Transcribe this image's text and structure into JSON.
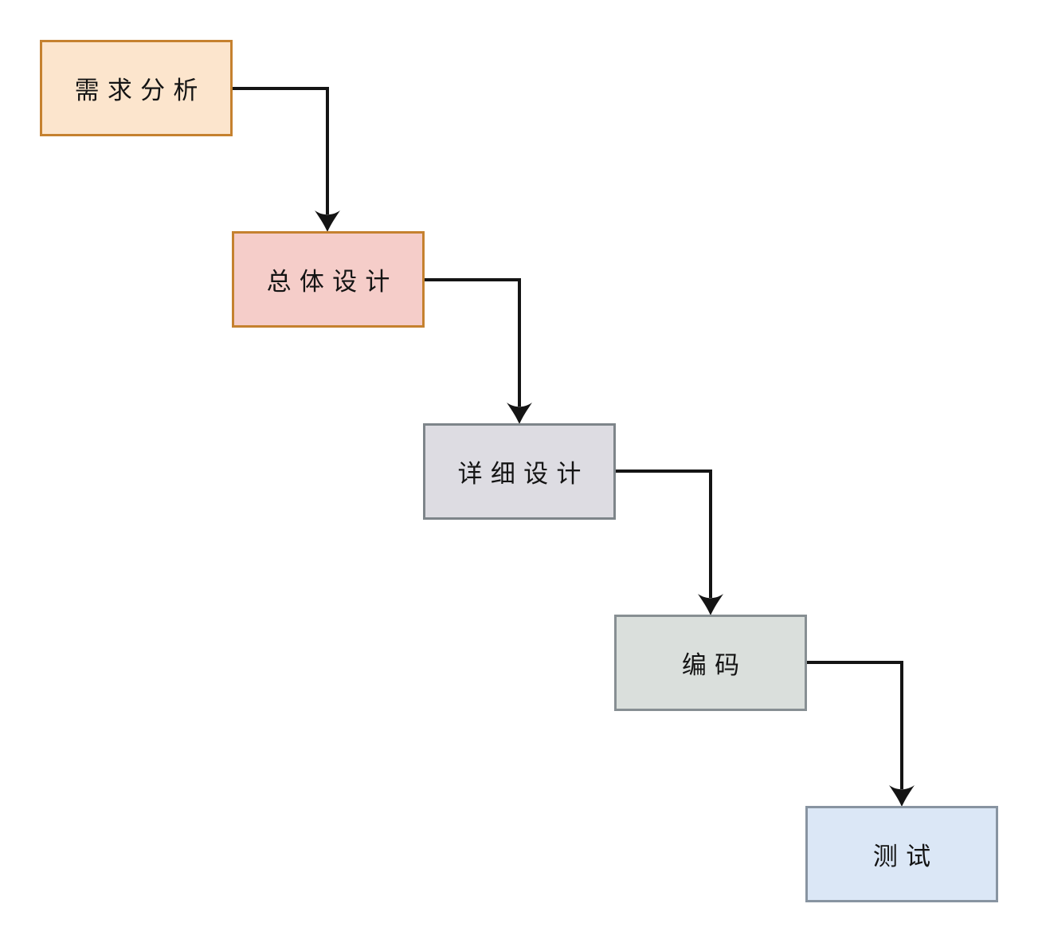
{
  "diagram": {
    "type": "flowchart",
    "description": "Waterfall software process model, five stages connected by elbow arrows stepping down to the right",
    "arrow_color": "#141414",
    "nodes": [
      {
        "id": "requirements",
        "label": "需求分析",
        "fill": "#fce5cd",
        "border": "#c5812f"
      },
      {
        "id": "overall-design",
        "label": "总体设计",
        "fill": "#f5cdc9",
        "border": "#c5812f"
      },
      {
        "id": "detailed-design",
        "label": "详细设计",
        "fill": "#dddce2",
        "border": "#7e858a"
      },
      {
        "id": "coding",
        "label": "编码",
        "fill": "#dadfdc",
        "border": "#878f93"
      },
      {
        "id": "testing",
        "label": "测试",
        "fill": "#dbe7f6",
        "border": "#8894a1"
      }
    ],
    "edges": [
      {
        "from": "需求分析",
        "to": "总体设计"
      },
      {
        "from": "总体设计",
        "to": "详细设计"
      },
      {
        "from": "详细设计",
        "to": "编码"
      },
      {
        "from": "编码",
        "to": "测试"
      }
    ]
  }
}
